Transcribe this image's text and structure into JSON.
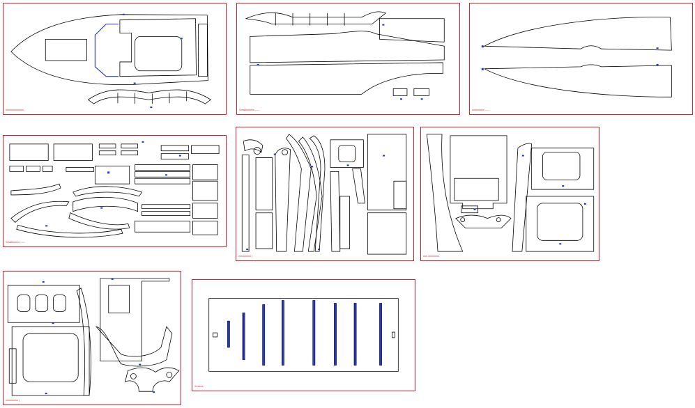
{
  "sheets": [
    {
      "id": "s1",
      "label": "xxxxxxxxxxxxx -"
    },
    {
      "id": "s2",
      "label": "Smallxxxxxx  -----"
    },
    {
      "id": "s3",
      "label": "xxxxxxxxx  -----"
    },
    {
      "id": "s4",
      "label": "Smallxxxxx  -----"
    },
    {
      "id": "s5",
      "label": "xxxxxxxxx  |"
    },
    {
      "id": "s6",
      "label": "xxx xxxxxxxx"
    },
    {
      "id": "s7",
      "label": "xxxxxxxxx  |"
    },
    {
      "id": "s8",
      "label": "Xxxxxx"
    }
  ],
  "colors": {
    "sheet_border": "#e41e26",
    "part_outline": "#000000",
    "marker": "#1a2fd6"
  }
}
